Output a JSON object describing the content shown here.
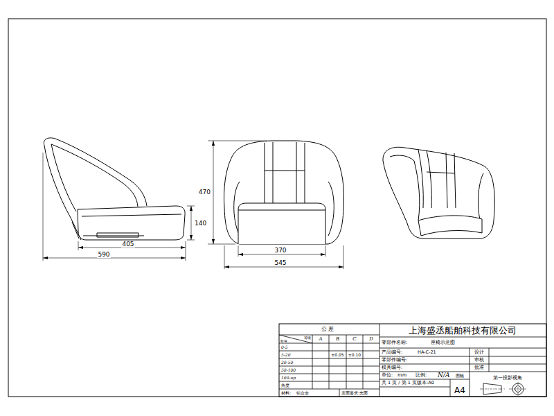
{
  "diagram": {
    "labels": [
      "590",
      "405",
      "140",
      "470",
      "370",
      "545",
      "公 差",
      "等级",
      "取值",
      "A",
      "B",
      "C",
      "D",
      "0-5",
      "5-20",
      "±0.05",
      "±0.10",
      "20-50",
      "50-100",
      "100-up",
      "角度",
      "材料:",
      "铝合金",
      "表面要求:光面",
      "上海盛丞船舶科技有限公司",
      "零部件名称:",
      "座椅示意图",
      "产品编号:",
      "HA-C-21",
      "零部件编号:",
      "模具编号:",
      "单位:",
      "mm",
      "比例:",
      "N/A",
      "图幅",
      "共 1 页 / 第 1 页",
      "版本:A0",
      "A4",
      "设计",
      "审核",
      "批准",
      "第一投影视角"
    ]
  }
}
